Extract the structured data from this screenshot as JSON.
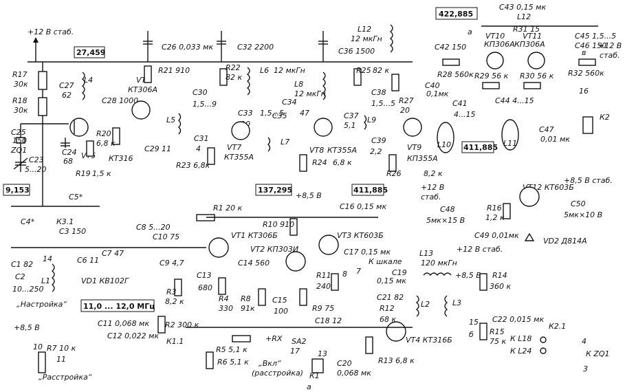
{
  "schematic": {
    "freq_boxes": {
      "top_left": "27,459",
      "top_right": "422,885",
      "mid_right": "411,885",
      "bottom_left": "9,153",
      "bottom_mid": "137,295",
      "bottom_right": "411,885",
      "range": "11,0 ... 12,0 МГц"
    },
    "rails": {
      "plus12_stab": "+12 В стаб.",
      "plus85": "+8,5 В",
      "plus85_stab": "+8,5 В стаб.",
      "plus12_stab2": "+12 В стаб.",
      "plus12": "+12 В",
      "stab": "стаб."
    },
    "top_labels": {
      "R17": "R17",
      "R17v": "30к",
      "R18": "R18",
      "R18v": "30к",
      "C25": "C25",
      "C25v": "150",
      "ZQ1": "ZQ1",
      "C23": "C23",
      "C23v": "5...20",
      "C27": "C27",
      "C27v": "62",
      "L4": "L4",
      "C28": "C28 1000",
      "C24": "C24",
      "C24v": "68",
      "VT5": "VT5",
      "R19": "R19",
      "R19v": "1,5 к",
      "R20": "R20",
      "R20v": "6,8 к",
      "KT316": "КТ316",
      "VT6": "VT6",
      "VT6t": "КТ306А",
      "C26": "C26 0,033 мк",
      "R21": "R21 910",
      "L5": "L5",
      "C29": "C29",
      "C29v": "11",
      "R23": "R23 6,8к",
      "C30": "C30",
      "C30v": "1,5...9",
      "C31": "C31",
      "C31v": "4",
      "C32": "C32 2200",
      "R22": "R22",
      "R22v": "82 к",
      "L6": "L6",
      "L6v": "12 мкГн",
      "C33": "C33",
      "C33v": "10",
      "L7": "L7",
      "VT7": "VT7",
      "VT7t": "КТ355А",
      "C34": "C34",
      "C34v": "1,5...5",
      "L8": "L8",
      "L8v": "12 мкГн",
      "C35": "C35",
      "C35v": "47",
      "VT8": "VT8",
      "VT8t": "КТ355А",
      "R24": "R24",
      "R24v": "6,8 к",
      "C36": "C36 1500",
      "L12top": "L12",
      "L12v": "12 мкГн",
      "R25": "R25",
      "R25v": "82 к",
      "C38": "C38",
      "C38v": "1,5...5",
      "C37": "C37",
      "C37v": "5,1",
      "L9": "L9",
      "C39": "C39",
      "C39v": "2,2",
      "R27": "R27",
      "R27v": "20",
      "VT9": "VT9",
      "VT9t": "КП355А",
      "R26": "R26",
      "R26v": "8,2 к",
      "C42": "C42 150",
      "R28": "R28 560к",
      "C40": "C40",
      "C40v": "0,1мк",
      "C41": "C41",
      "C41v": "4...15",
      "L10": "L10",
      "C43": "C43 0,15 мк",
      "L12": "L12",
      "a": "а",
      "VT10": "VT10",
      "VT10t": "КП306А",
      "R31": "R31 15",
      "VT11": "VT11",
      "VT11t": "КП306А",
      "C45": "C45 1,5...5",
      "C46": "C46 150",
      "v": "в",
      "R29": "R29 56 к",
      "R30": "R30 56 к",
      "R32": "R32 560к",
      "C44": "C44 4...15",
      "L11": "L11",
      "n16": "16",
      "K2": "К2",
      "C47": "C47",
      "C47v": "0,01 мк"
    },
    "bottom_labels": {
      "C4": "C4*",
      "C5": "C5*",
      "K31": "К3.1",
      "C3": "C3 150",
      "C1": "C1 82",
      "C2": "C2",
      "C2v": "10...250",
      "n14": "14",
      "L1": "L1",
      "C6": "C6 11",
      "C7": "C7 47",
      "VD1": "VD1 КВ102Г",
      "C8": "C8 5...20",
      "C10": "C10 75",
      "C9": "C9 4,7",
      "R3": "R3",
      "R3v": "8,2 к",
      "tune": "„Настройка“",
      "R2": "R2 300 к",
      "K11": "К1.1",
      "R1": "R1 20 к",
      "VT1": "VT1 КТ306Б",
      "C13": "C13",
      "C13v": "680",
      "R4": "R4",
      "R4v": "330",
      "C14": "C14 560",
      "R10": "R10 910",
      "VT2": "VT2 КП303И",
      "R8": "R8",
      "R8v": "91к",
      "C15": "C15",
      "C15v": "100",
      "R9": "R9 75",
      "C16": "C16 0,15 мк",
      "VT3": "VT3 КТ603Б",
      "C17": "C17 0,15 мк",
      "R11": "R11",
      "R11v": "240",
      "to_scale": "К шкале",
      "n8": "8",
      "n7": "7",
      "C19": "C19",
      "C19v": "0,15 мк",
      "L13": "L13",
      "L13v": "120 мкГн",
      "C21": "C21 82",
      "R12": "R12",
      "R12v": "68 к",
      "L2": "L2",
      "L3": "L3",
      "R14": "R14",
      "R14v": "360 к",
      "R15": "R15",
      "R15v": "75 к",
      "C22": "C22 0,015 мк",
      "n15": "15",
      "b": "б",
      "VT4": "VT4 КТ316Б",
      "R13": "R13 6,8 к",
      "C18": "C18 12",
      "C11": "C11 0,068 мк",
      "C12": "C12 0,022 мк",
      "R7": "R7 10 к",
      "n10": "10",
      "n11": "11",
      "detune": "„Расстройка“",
      "R5": "R5 5,1 к",
      "R6": "R6 5,1 к",
      "RX": "+RX",
      "SA2": "SA2",
      "n17": "17",
      "n13": "13",
      "on": "„Вкл“",
      "detune2": "(расстройка)",
      "K1": "К1",
      "C20": "C20",
      "C20v": "0,068 мк",
      "KL18": "К L18",
      "KL24": "К L24",
      "K21": "К2.1",
      "n4": "4",
      "n3": "3",
      "KZQ1": "К ZQ1",
      "VT12": "VT12 КТ603Б",
      "C48": "C48",
      "C48v": "5мк×15 В",
      "R16": "R16",
      "R16v": "1,2 к",
      "C49": "C49 0,01мк",
      "C50": "C50",
      "C50v": "5мк×10 В",
      "VD2": "VD2 Д814А",
      "caption": "а"
    }
  }
}
